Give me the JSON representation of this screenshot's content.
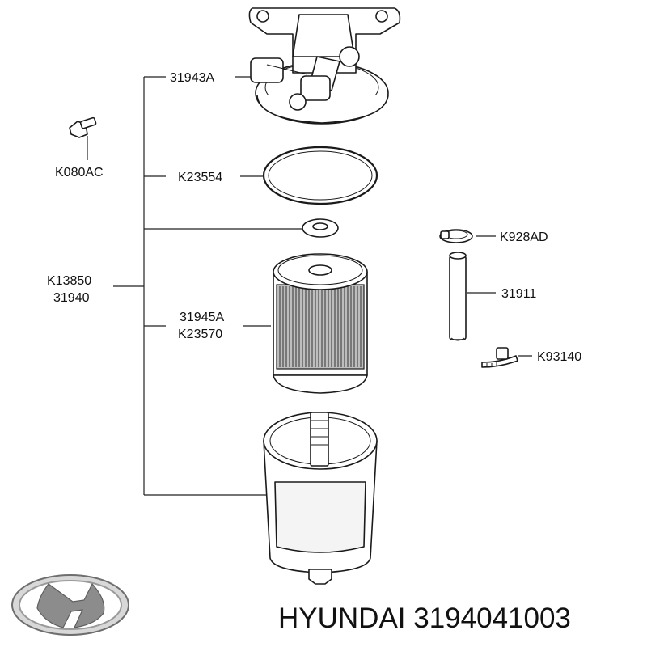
{
  "diagram": {
    "labels": {
      "housing": "31943A",
      "bolt": "K080AC",
      "gasket": "K23554",
      "assy_line1": "K13850",
      "assy_line2": "31940",
      "element_line1": "31945A",
      "element_line2": "K23570",
      "clamp_top": "K928AD",
      "hose": "31911",
      "clamp_bottom": "K93140"
    }
  },
  "footer": {
    "brand_part": "HYUNDAI 3194041003"
  },
  "colors": {
    "ink": "#1a1a1a",
    "logo_silver": "#9a9a9a"
  }
}
